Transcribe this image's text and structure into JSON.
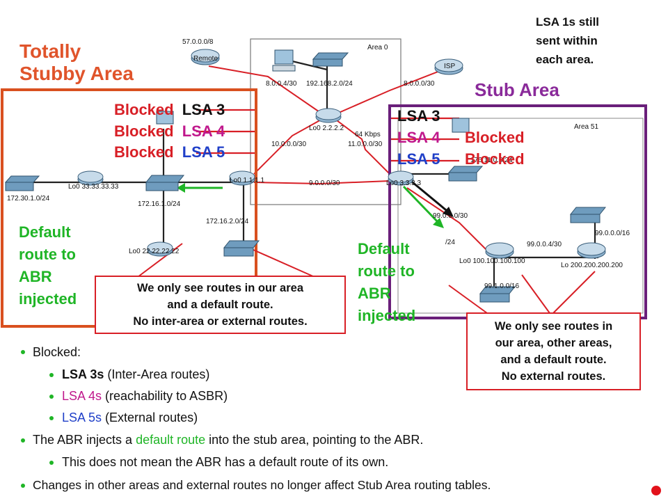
{
  "titles": {
    "totally_line1": "Totally",
    "totally_line2": "Stubby Area",
    "stub": "Stub Area"
  },
  "note_top_right": [
    "LSA 1s still",
    "sent within",
    "each area."
  ],
  "left_blocked": [
    {
      "status": "Blocked",
      "lsa": "LSA 3"
    },
    {
      "status": "Blocked",
      "lsa": "LSA 4"
    },
    {
      "status": "Blocked",
      "lsa": "LSA 5"
    }
  ],
  "right_lsa": [
    "LSA 3",
    "LSA 4",
    "LSA 5"
  ],
  "right_blocked": [
    "Blocked",
    "Blocked"
  ],
  "default_left": [
    "Default",
    "route to",
    "ABR",
    "injected"
  ],
  "default_right": [
    "Default",
    "route to",
    "ABR",
    "injected"
  ],
  "callout_left": [
    "We only see routes in our area",
    "and a default route.",
    "No inter-area or external routes."
  ],
  "callout_right": [
    "We only see routes in",
    "our area, other areas,",
    "and a default route.",
    "No external routes."
  ],
  "net_labels": {
    "net57": "57.0.0.0/8",
    "remote": "Remote",
    "area0": "Area 0",
    "isp": "ISP",
    "n8004": "8.0.0.4/30",
    "n192": "192.168.2.0/24",
    "n8000": "8.0.0.0/30",
    "lo2": "Lo0 2.2.2.2",
    "kbps": "64 Kbps",
    "n10": "10.0.0.0/30",
    "n11": "11.0.0.0/30",
    "lo33": "Lo0 33.33.33.33",
    "lo1": "Lo0 1.1.1.1",
    "n9": "9.0.0.0/30",
    "lo3": "Lo0 3.3.3.3",
    "n172_30": "172.30.1.0/24",
    "n172_16_1": "172.16.1.0/24",
    "n172_16_2": "172.16.2.0/24",
    "n99_0_0_0_30": "99.0.0.0/30",
    "n24": "/24",
    "lo22": "Lo0 22.22.22.22",
    "area51": "Area 51",
    "n99_0_0_4": "99.0.0.4/30",
    "n99_16": "99.0.0.0/16",
    "lo100": "Lo0 100.100.100.100",
    "lo200": "Lo 200.200.200.200",
    "n99_1": "99.1.0.0/16",
    "n176": "176.11.0.0/24"
  },
  "bullets": {
    "blocked": "Blocked:",
    "lsa3_bold": "LSA 3s",
    "lsa3_rest": " (Inter-Area routes)",
    "lsa4_colored": "LSA 4s",
    "lsa4_rest": " (reachability to ASBR)",
    "lsa5_colored": "LSA 5s",
    "lsa5_rest": " (External routes)",
    "abr_pre": "The ABR injects a ",
    "abr_green": "default route",
    "abr_post": " into the stub area, pointing to the ABR.",
    "abr_sub": "This does not mean the ABR has a default route of its own.",
    "changes": "Changes in other areas and external routes no longer affect Stub Area routing tables."
  },
  "colors": {
    "orange": "#e0542b",
    "purple": "#6a1f7a",
    "red": "#d81f26",
    "green": "#1fb526",
    "blue": "#1f3fc8",
    "magenta": "#c0188c"
  },
  "icons": [
    "router-icon",
    "switch-icon",
    "pc-icon",
    "laser-pointer-icon"
  ]
}
